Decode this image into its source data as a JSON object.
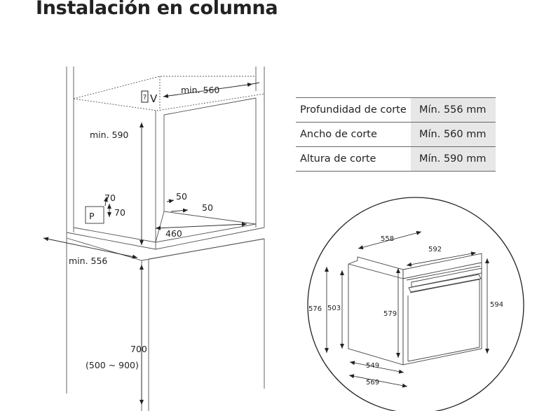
{
  "title": "Instalación en columna",
  "specs": [
    {
      "label": "Profundidad de corte",
      "value": "Mín. 556 mm"
    },
    {
      "label": "Ancho de corte",
      "value": "Mín. 560 mm"
    },
    {
      "label": "Altura de corte",
      "value": "Mín. 590 mm"
    }
  ],
  "cabinet": {
    "vent_label": "V",
    "vent_icon": "vent-warning-icon",
    "min_560": "min. 560",
    "min_590": "min. 590",
    "min_556": "min. 556",
    "dim_70_w": "70",
    "dim_70_h": "70",
    "plug_label": "P",
    "dim_50_a": "50",
    "dim_50_b": "50",
    "dim_460": "460",
    "dim_700": "700",
    "dim_range": "(500 ~ 900)"
  },
  "oven": {
    "d558": "558",
    "d592": "592",
    "d576": "576",
    "d503": "503",
    "d579": "579",
    "d594": "594",
    "d549": "549",
    "d569": "569"
  }
}
